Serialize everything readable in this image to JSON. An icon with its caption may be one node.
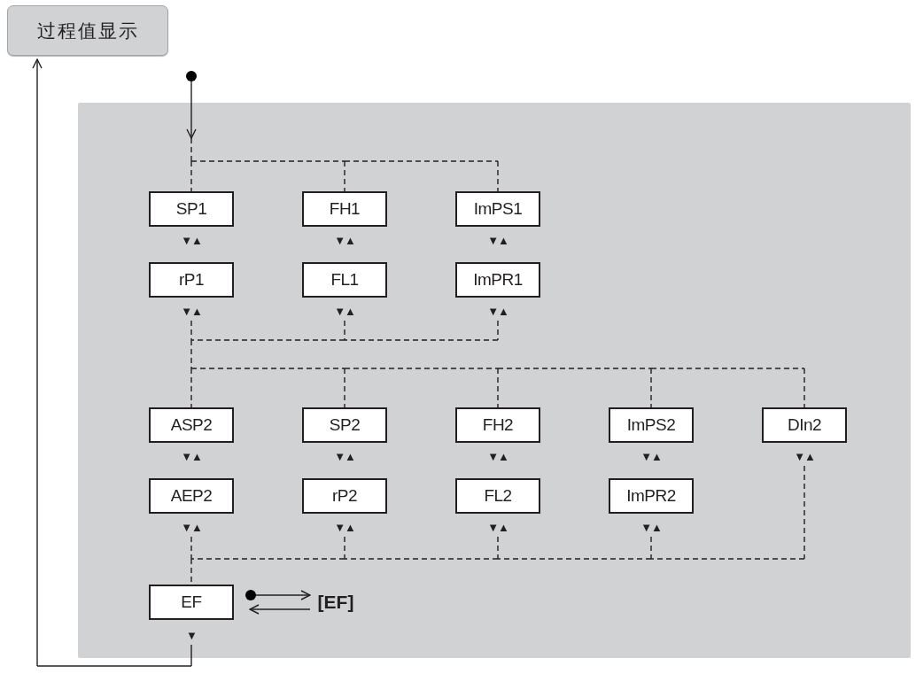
{
  "diagram": {
    "nodes": [
      {
        "text": [
          "过程值显示"
        ]
      },
      {
        "text": [],
        "shape": "circle"
      },
      {
        "text": [],
        "shape": "box"
      },
      {
        "text": [
          "SP1"
        ],
        "in": 2
      },
      {
        "text": [
          "FH1"
        ],
        "in": 2
      },
      {
        "text": [
          "ImPS1"
        ],
        "in": 2
      },
      {
        "text": [
          "rP1"
        ],
        "in": 2
      },
      {
        "text": [
          "FL1"
        ],
        "in": 2
      },
      {
        "text": [
          "ImPR1"
        ],
        "in": 2
      },
      {
        "text": [
          "ASP2"
        ],
        "in": 2
      },
      {
        "text": [
          "SP2"
        ],
        "in": 2
      },
      {
        "text": [
          "FH2"
        ],
        "in": 2
      },
      {
        "text": [
          "ImPS2"
        ],
        "in": 2
      },
      {
        "text": [
          "DIn2"
        ],
        "in": 2
      },
      {
        "text": [
          "AEP2"
        ],
        "in": 2
      },
      {
        "text": [
          "rP2"
        ],
        "in": 2
      },
      {
        "text": [
          "FL2"
        ],
        "in": 2
      },
      {
        "text": [
          "ImPR2"
        ],
        "in": 2
      },
      {
        "text": [
          "EF"
        ],
        "in": 2
      },
      {
        "text": [],
        "shape": "circle",
        "in": 2
      },
      {
        "text": [
          "[EF]"
        ],
        "in": 2
      }
    ],
    "edges": [
      {
        "from": 1,
        "to": null,
        "arrow": "to"
      },
      {
        "from": null,
        "to": 3,
        "arrow": "none",
        "style": "dashed"
      },
      {
        "from": null,
        "to": 4,
        "arrow": "none",
        "style": "dashed"
      },
      {
        "from": null,
        "to": 5,
        "arrow": "none",
        "style": "dashed"
      },
      {
        "from": 6,
        "to": 9,
        "arrow": "none",
        "style": "dashed"
      },
      {
        "from": 6,
        "to": 10,
        "arrow": "none",
        "style": "dashed"
      },
      {
        "from": 6,
        "to": 11,
        "arrow": "none",
        "style": "dashed"
      },
      {
        "from": 6,
        "to": 12,
        "arrow": "none",
        "style": "dashed"
      },
      {
        "from": 6,
        "to": 13,
        "arrow": "none",
        "style": "dashed"
      },
      {
        "from": 7,
        "to": 9,
        "arrow": "none",
        "style": "dashed"
      },
      {
        "from": 7,
        "to": 10,
        "arrow": "none",
        "style": "dashed"
      },
      {
        "from": 7,
        "to": 11,
        "arrow": "none",
        "style": "dashed"
      },
      {
        "from": 7,
        "to": 12,
        "arrow": "none",
        "style": "dashed"
      },
      {
        "from": 7,
        "to": 13,
        "arrow": "none",
        "style": "dashed"
      },
      {
        "from": 8,
        "to": 9,
        "arrow": "none",
        "style": "dashed"
      },
      {
        "from": 8,
        "to": 10,
        "arrow": "none",
        "style": "dashed"
      },
      {
        "from": 8,
        "to": 11,
        "arrow": "none",
        "style": "dashed"
      },
      {
        "from": 8,
        "to": 12,
        "arrow": "none",
        "style": "dashed"
      },
      {
        "from": 8,
        "to": 13,
        "arrow": "none",
        "style": "dashed"
      },
      {
        "from": 14,
        "to": 18,
        "arrow": "none",
        "style": "dashed"
      },
      {
        "from": 15,
        "to": 18,
        "arrow": "none",
        "style": "dashed"
      },
      {
        "from": 16,
        "to": 18,
        "arrow": "none",
        "style": "dashed"
      },
      {
        "from": 17,
        "to": 18,
        "arrow": "none",
        "style": "dashed"
      },
      {
        "from": 13,
        "to": 18,
        "arrow": "none",
        "style": "dashed"
      },
      {
        "from": 18,
        "to": 0,
        "arrow": "to"
      },
      {
        "from": 19,
        "to": 20,
        "arrow": "to"
      },
      {
        "from": 20,
        "to": 18,
        "arrow": "to"
      }
    ],
    "labels": [
      "▼▲",
      "▼▲",
      "▼▲",
      "▼▲",
      "▼▲",
      "▼▲",
      "▼▲",
      "▼▲",
      "▼▲",
      "▼▲",
      "▼▲",
      "▼▲",
      "▼▲",
      "▼▲",
      "▼▲",
      "▼"
    ]
  }
}
